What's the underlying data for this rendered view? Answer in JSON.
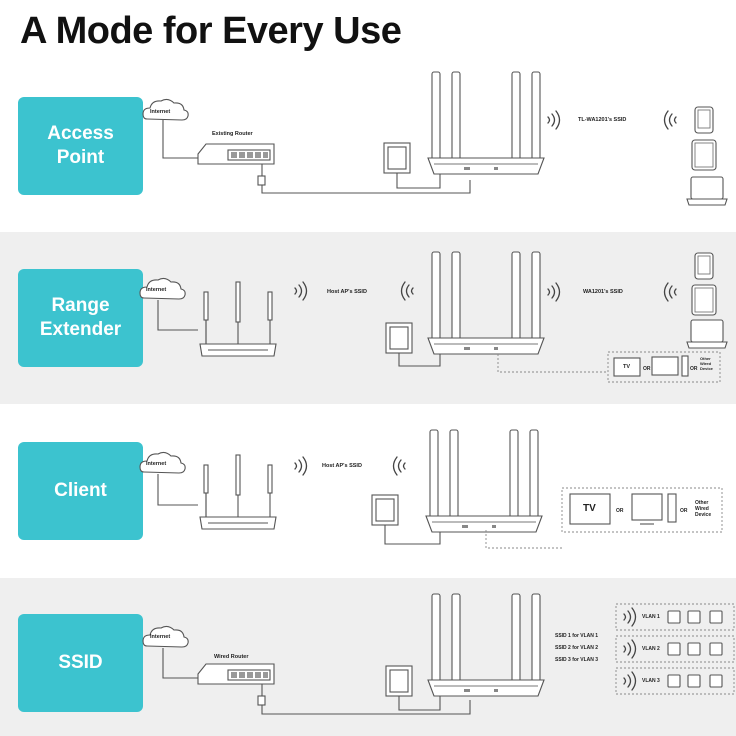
{
  "title": "A Mode for Every Use",
  "modes": [
    {
      "label": "Access\nPoint",
      "internet": "Internet",
      "router_label": "Existing Router",
      "ssid": "TL-WA1201's SSID"
    },
    {
      "label": "Range\nExtender",
      "internet": "Internet",
      "host_ssid": "Host AP's SSID",
      "ssid": "WA1201's SSID",
      "tv": "TV",
      "or1": "OR",
      "or2": "OR",
      "other": "Other\nWired\nDevice"
    },
    {
      "label": "Client",
      "internet": "Internet",
      "host_ssid": "Host AP's SSID",
      "tv": "TV",
      "or1": "OR",
      "or2": "OR",
      "other": "Other\nWired\nDevice"
    },
    {
      "label": "SSID",
      "internet": "Internet",
      "router_label": "Wired Router",
      "ssid_lines": [
        "SSID 1 for VLAN 1",
        "SSID 2 for VLAN 2",
        "SSID 3 for VLAN 3"
      ],
      "vlans": [
        "VLAN 1",
        "VLAN 2",
        "VLAN 3"
      ]
    }
  ],
  "colors": {
    "accent": "#3cc3cf",
    "band": "#efefef",
    "line": "#555555"
  }
}
